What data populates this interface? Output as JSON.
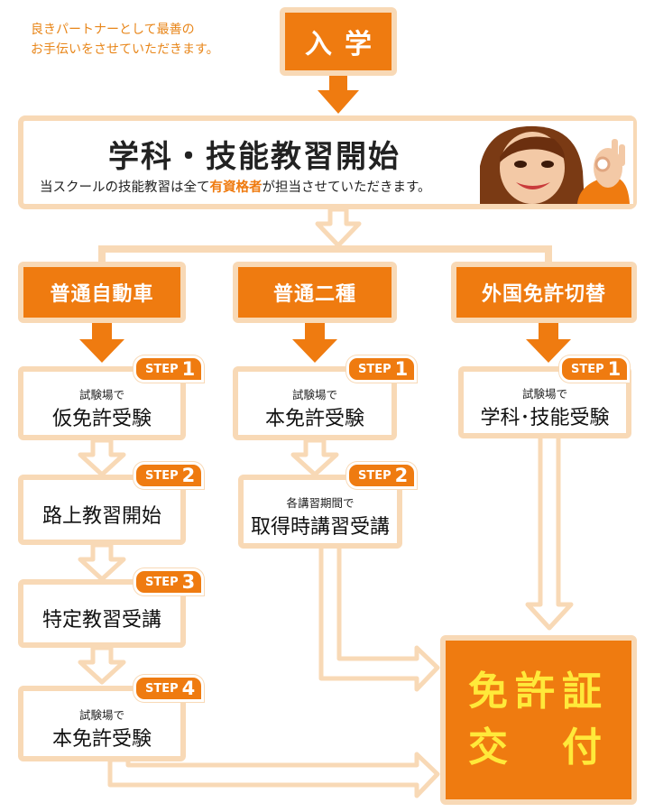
{
  "tagline": "良きパートナーとして最善の\nお手伝いをさせていただきます。",
  "entry": {
    "label": "入学"
  },
  "start": {
    "title": "学科・技能教習開始",
    "subtitle_pre": "当スクールの技能教習は全て",
    "subtitle_highlight": "有資格者",
    "subtitle_post": "が担当させていただきます。"
  },
  "tracks": [
    {
      "title": "普通自動車",
      "steps": [
        {
          "badge_word": "STEP",
          "badge_num": "1",
          "small": "試験場で",
          "big": "仮免許受験"
        },
        {
          "badge_word": "STEP",
          "badge_num": "2",
          "small": "",
          "big": "路上教習開始"
        },
        {
          "badge_word": "STEP",
          "badge_num": "3",
          "small": "",
          "big": "特定教習受講"
        },
        {
          "badge_word": "STEP",
          "badge_num": "4",
          "small": "試験場で",
          "big": "本免許受験"
        }
      ]
    },
    {
      "title": "普通二種",
      "steps": [
        {
          "badge_word": "STEP",
          "badge_num": "1",
          "small": "試験場で",
          "big": "本免許受験"
        },
        {
          "badge_word": "STEP",
          "badge_num": "2",
          "small": "各講習期間で",
          "big": "取得時講習受講"
        }
      ]
    },
    {
      "title": "外国免許切替",
      "steps": [
        {
          "badge_word": "STEP",
          "badge_num": "1",
          "small": "試験場で",
          "big": "学科･技能受験"
        }
      ]
    }
  ],
  "final": {
    "line1": "免許証",
    "line2": "交　付"
  },
  "colors": {
    "orange": "#ef7b10",
    "peach": "#f8d9b6",
    "yellow": "#ffe93a"
  }
}
